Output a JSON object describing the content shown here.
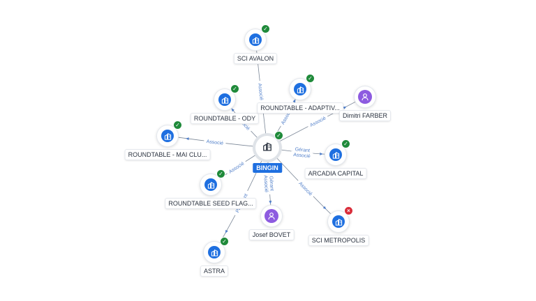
{
  "center": {
    "label": "BINGIN",
    "badge": "ok"
  },
  "nodes": [
    {
      "id": "sci_avalon",
      "label": "SCI AVALON",
      "type": "company",
      "badge": "ok"
    },
    {
      "id": "roundtable_ody",
      "label": "ROUNDTABLE - ODY",
      "type": "company",
      "badge": "ok"
    },
    {
      "id": "roundtable_adaptiv",
      "label": "ROUNDTABLE - ADAPTIV...",
      "type": "company",
      "badge": "ok"
    },
    {
      "id": "dimitri_farber",
      "label": "Dimitri FARBER",
      "type": "person"
    },
    {
      "id": "roundtable_mai",
      "label": "ROUNDTABLE - MAI CLU...",
      "type": "company",
      "badge": "ok"
    },
    {
      "id": "arcadia_capital",
      "label": "ARCADIA CAPITAL",
      "type": "company",
      "badge": "ok"
    },
    {
      "id": "roundtable_seed",
      "label": "ROUNDTABLE SEED FLAG...",
      "type": "company",
      "badge": "ok"
    },
    {
      "id": "josef_bovet",
      "label": "Josef BOVET",
      "type": "person"
    },
    {
      "id": "sci_metropolis",
      "label": "SCI METROPOLIS",
      "type": "company",
      "badge": "ko"
    },
    {
      "id": "astra",
      "label": "ASTRA",
      "type": "company",
      "badge": "ok"
    }
  ],
  "edges": [
    {
      "to": "sci_avalon",
      "labels": [
        "Associé"
      ]
    },
    {
      "to": "roundtable_ody",
      "labels": [
        "Associé"
      ]
    },
    {
      "to": "roundtable_adaptiv",
      "labels": [
        "Associé"
      ]
    },
    {
      "to": "dimitri_farber",
      "labels": [
        "Associé"
      ]
    },
    {
      "to": "roundtable_mai",
      "labels": [
        "Associé"
      ]
    },
    {
      "to": "arcadia_capital",
      "labels": [
        "Gérant",
        "Associé"
      ]
    },
    {
      "to": "roundtable_seed",
      "labels": [
        "Associé"
      ]
    },
    {
      "to": "josef_bovet",
      "labels": [
        "Gérant",
        "Associé"
      ]
    },
    {
      "to": "sci_metropolis",
      "labels": [
        "Associé"
      ]
    },
    {
      "to": "astra",
      "labels": [
        "Président"
      ]
    }
  ],
  "colors": {
    "company": "#1e6fe0",
    "person": "#8d5be0",
    "ok": "#1f8a3a",
    "ko": "#d92d3a",
    "edge": "#7a8696",
    "edge_label": "#4f7ec9"
  }
}
